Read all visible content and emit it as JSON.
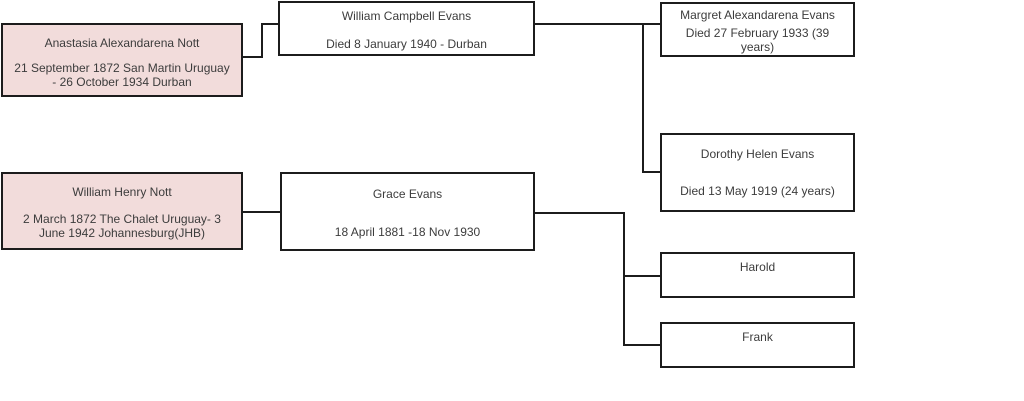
{
  "diagram": {
    "type": "family-tree",
    "colors": {
      "highlight_fill": "#f2dcdb",
      "box_fill": "#ffffff",
      "border": "#1c1c1c",
      "text": "#3c3c3c",
      "background": "#ffffff"
    }
  },
  "people": {
    "anastasia": {
      "name": "Anastasia Alexandarena Nott",
      "details": "21 September 1872 San Martin Uruguay - 26 October 1934 Durban"
    },
    "william_campbell": {
      "name": "William Campbell Evans",
      "details": "Died 8 January 1940 - Durban"
    },
    "margret": {
      "name": "Margret Alexandarena Evans",
      "details": "Died 27 February 1933 (39 years)"
    },
    "dorothy": {
      "name": "Dorothy Helen Evans",
      "details": "Died 13 May 1919 (24 years)"
    },
    "william_henry": {
      "name": "William Henry Nott",
      "details": "2 March 1872 The Chalet Uruguay- 3 June 1942 Johannesburg(JHB)"
    },
    "grace": {
      "name": "Grace Evans",
      "details": "18 April 1881 -18 Nov 1930"
    },
    "harold": {
      "name": "Harold"
    },
    "frank": {
      "name": "Frank"
    }
  }
}
